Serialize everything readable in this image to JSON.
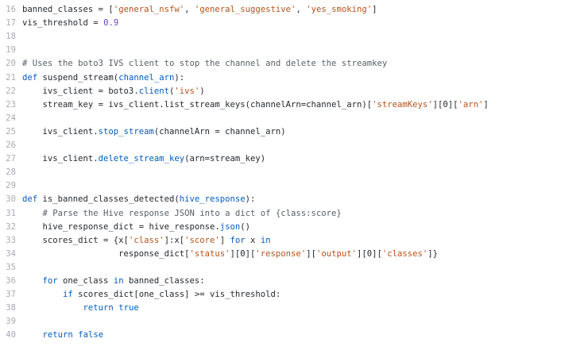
{
  "editor": {
    "lines": [
      {
        "number": "16",
        "tokens": [
          {
            "type": "plain",
            "text": "banned_classes = ["
          },
          {
            "type": "str",
            "text": "'general_nsfw'"
          },
          {
            "type": "plain",
            "text": ", "
          },
          {
            "type": "str",
            "text": "'general_suggestive'"
          },
          {
            "type": "plain",
            "text": ", "
          },
          {
            "type": "str",
            "text": "'yes_smoking'"
          },
          {
            "type": "plain",
            "text": "]"
          }
        ]
      },
      {
        "number": "17",
        "tokens": [
          {
            "type": "plain",
            "text": "vis_threshold = "
          },
          {
            "type": "num",
            "text": "0.9"
          }
        ]
      },
      {
        "number": "18",
        "tokens": []
      },
      {
        "number": "19",
        "tokens": []
      },
      {
        "number": "20",
        "tokens": [
          {
            "type": "comment",
            "text": "# Uses the boto3 IVS client to stop the channel and delete the streamkey"
          }
        ]
      },
      {
        "number": "21",
        "tokens": [
          {
            "type": "kw",
            "text": "def"
          },
          {
            "type": "plain",
            "text": " suspend_stream("
          },
          {
            "type": "fn",
            "text": "channel_arn"
          },
          {
            "type": "plain",
            "text": "):"
          }
        ]
      },
      {
        "number": "22",
        "tokens": [
          {
            "type": "plain",
            "text": "    ivs_client = boto3."
          },
          {
            "type": "fn",
            "text": "client"
          },
          {
            "type": "plain",
            "text": "("
          },
          {
            "type": "str",
            "text": "'ivs'"
          },
          {
            "type": "plain",
            "text": ")"
          }
        ]
      },
      {
        "number": "23",
        "tokens": [
          {
            "type": "plain",
            "text": "    stream_key = ivs_client.list_stream_keys(channelArn=channel_arn)["
          },
          {
            "type": "str",
            "text": "'streamKeys'"
          },
          {
            "type": "plain",
            "text": "][0]["
          },
          {
            "type": "str",
            "text": "'arn'"
          },
          {
            "type": "plain",
            "text": "]"
          }
        ]
      },
      {
        "number": "24",
        "tokens": []
      },
      {
        "number": "25",
        "tokens": [
          {
            "type": "plain",
            "text": "    ivs_client."
          },
          {
            "type": "fn",
            "text": "stop_stream"
          },
          {
            "type": "plain",
            "text": "(channelArn = channel_arn)"
          }
        ]
      },
      {
        "number": "26",
        "tokens": []
      },
      {
        "number": "27",
        "tokens": [
          {
            "type": "plain",
            "text": "    ivs_client."
          },
          {
            "type": "fn",
            "text": "delete_stream_key"
          },
          {
            "type": "plain",
            "text": "(arn=stream_key)"
          }
        ]
      },
      {
        "number": "28",
        "tokens": []
      },
      {
        "number": "29",
        "tokens": []
      },
      {
        "number": "30",
        "tokens": [
          {
            "type": "kw",
            "text": "def"
          },
          {
            "type": "plain",
            "text": " is_banned_classes_detected("
          },
          {
            "type": "fn",
            "text": "hive_response"
          },
          {
            "type": "plain",
            "text": "):"
          }
        ]
      },
      {
        "number": "31",
        "tokens": [
          {
            "type": "comment",
            "text": "    # Parse the Hive response JSON into a dict of {class:score}"
          }
        ]
      },
      {
        "number": "32",
        "tokens": [
          {
            "type": "plain",
            "text": "    hive_response_dict = hive_response."
          },
          {
            "type": "fn",
            "text": "json"
          },
          {
            "type": "plain",
            "text": "()"
          }
        ]
      },
      {
        "number": "33",
        "tokens": [
          {
            "type": "plain",
            "text": "    scores_dict = {x["
          },
          {
            "type": "str",
            "text": "'class'"
          },
          {
            "type": "plain",
            "text": "]:x["
          },
          {
            "type": "str",
            "text": "'score'"
          },
          {
            "type": "plain",
            "text": "] "
          },
          {
            "type": "kw",
            "text": "for"
          },
          {
            "type": "plain",
            "text": " x "
          },
          {
            "type": "kw",
            "text": "in"
          }
        ]
      },
      {
        "number": "34",
        "tokens": [
          {
            "type": "plain",
            "text": "                   response_dict["
          },
          {
            "type": "str",
            "text": "'status'"
          },
          {
            "type": "plain",
            "text": "][0]["
          },
          {
            "type": "str",
            "text": "'response'"
          },
          {
            "type": "plain",
            "text": "]["
          },
          {
            "type": "str",
            "text": "'output'"
          },
          {
            "type": "plain",
            "text": "][0]["
          },
          {
            "type": "str",
            "text": "'classes'"
          },
          {
            "type": "plain",
            "text": "]}"
          }
        ]
      },
      {
        "number": "35",
        "tokens": []
      },
      {
        "number": "36",
        "tokens": [
          {
            "type": "plain",
            "text": "    "
          },
          {
            "type": "kw",
            "text": "for"
          },
          {
            "type": "plain",
            "text": " one_class "
          },
          {
            "type": "kw",
            "text": "in"
          },
          {
            "type": "plain",
            "text": " banned_classes:"
          }
        ]
      },
      {
        "number": "37",
        "tokens": [
          {
            "type": "plain",
            "text": "        "
          },
          {
            "type": "kw",
            "text": "if"
          },
          {
            "type": "plain",
            "text": " scores_dict[one_class] >= vis_threshold:"
          }
        ]
      },
      {
        "number": "38",
        "tokens": [
          {
            "type": "plain",
            "text": "            "
          },
          {
            "type": "kw",
            "text": "return"
          },
          {
            "type": "plain",
            "text": " "
          },
          {
            "type": "kw",
            "text": "true"
          }
        ]
      },
      {
        "number": "39",
        "tokens": []
      },
      {
        "number": "40",
        "tokens": [
          {
            "type": "plain",
            "text": "    "
          },
          {
            "type": "kw",
            "text": "return"
          },
          {
            "type": "plain",
            "text": " "
          },
          {
            "type": "kw",
            "text": "false"
          }
        ]
      }
    ]
  }
}
